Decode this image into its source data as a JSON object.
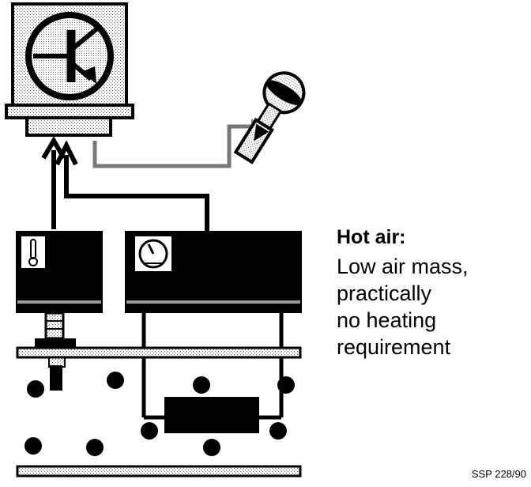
{
  "caption": {
    "title": "Hot air:",
    "lines": [
      "Low air mass,",
      "practically",
      "no heating",
      "requirement"
    ]
  },
  "figure_code": "SSP 228/90"
}
